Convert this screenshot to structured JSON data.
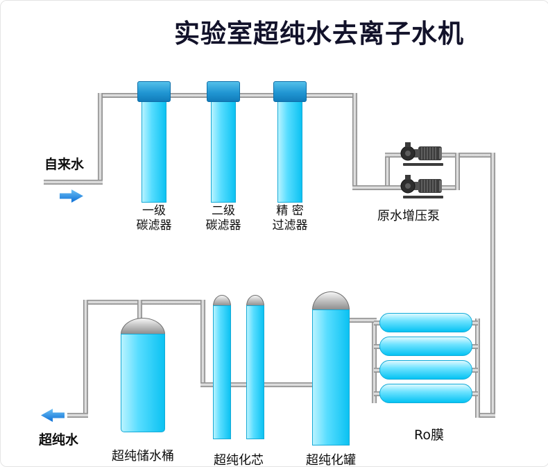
{
  "title": "实验室超纯水去离子水机",
  "top_section": {
    "tap_water_label": "自来水",
    "filters": [
      {
        "line1": "一级",
        "line2": "碳滤器"
      },
      {
        "line1": "二级",
        "line2": "碳滤器"
      },
      {
        "line1": "精 密",
        "line2": "过滤器"
      }
    ],
    "pump_label": "原水增压泵"
  },
  "bottom_section": {
    "ultrapure_water_label": "超纯水",
    "storage_tank_label": "超纯储水桶",
    "cartridge_label": "超纯化芯",
    "polish_tank_label": "超纯化罐",
    "ro_membrane_label": "Ro膜"
  },
  "icons": {
    "flow_arrow_right": "right-arrow",
    "flow_arrow_left": "left-arrow",
    "booster_pump": "centrifugal-pump"
  },
  "colors": {
    "vessel_cyan": "#3CD9FF",
    "cap_blue": "#2196D3",
    "dome_gray": "#AFAFAF",
    "pipe_gray": "#C9C9C9",
    "arrow_blue": "#1780E0",
    "text": "#0D0D0D"
  }
}
